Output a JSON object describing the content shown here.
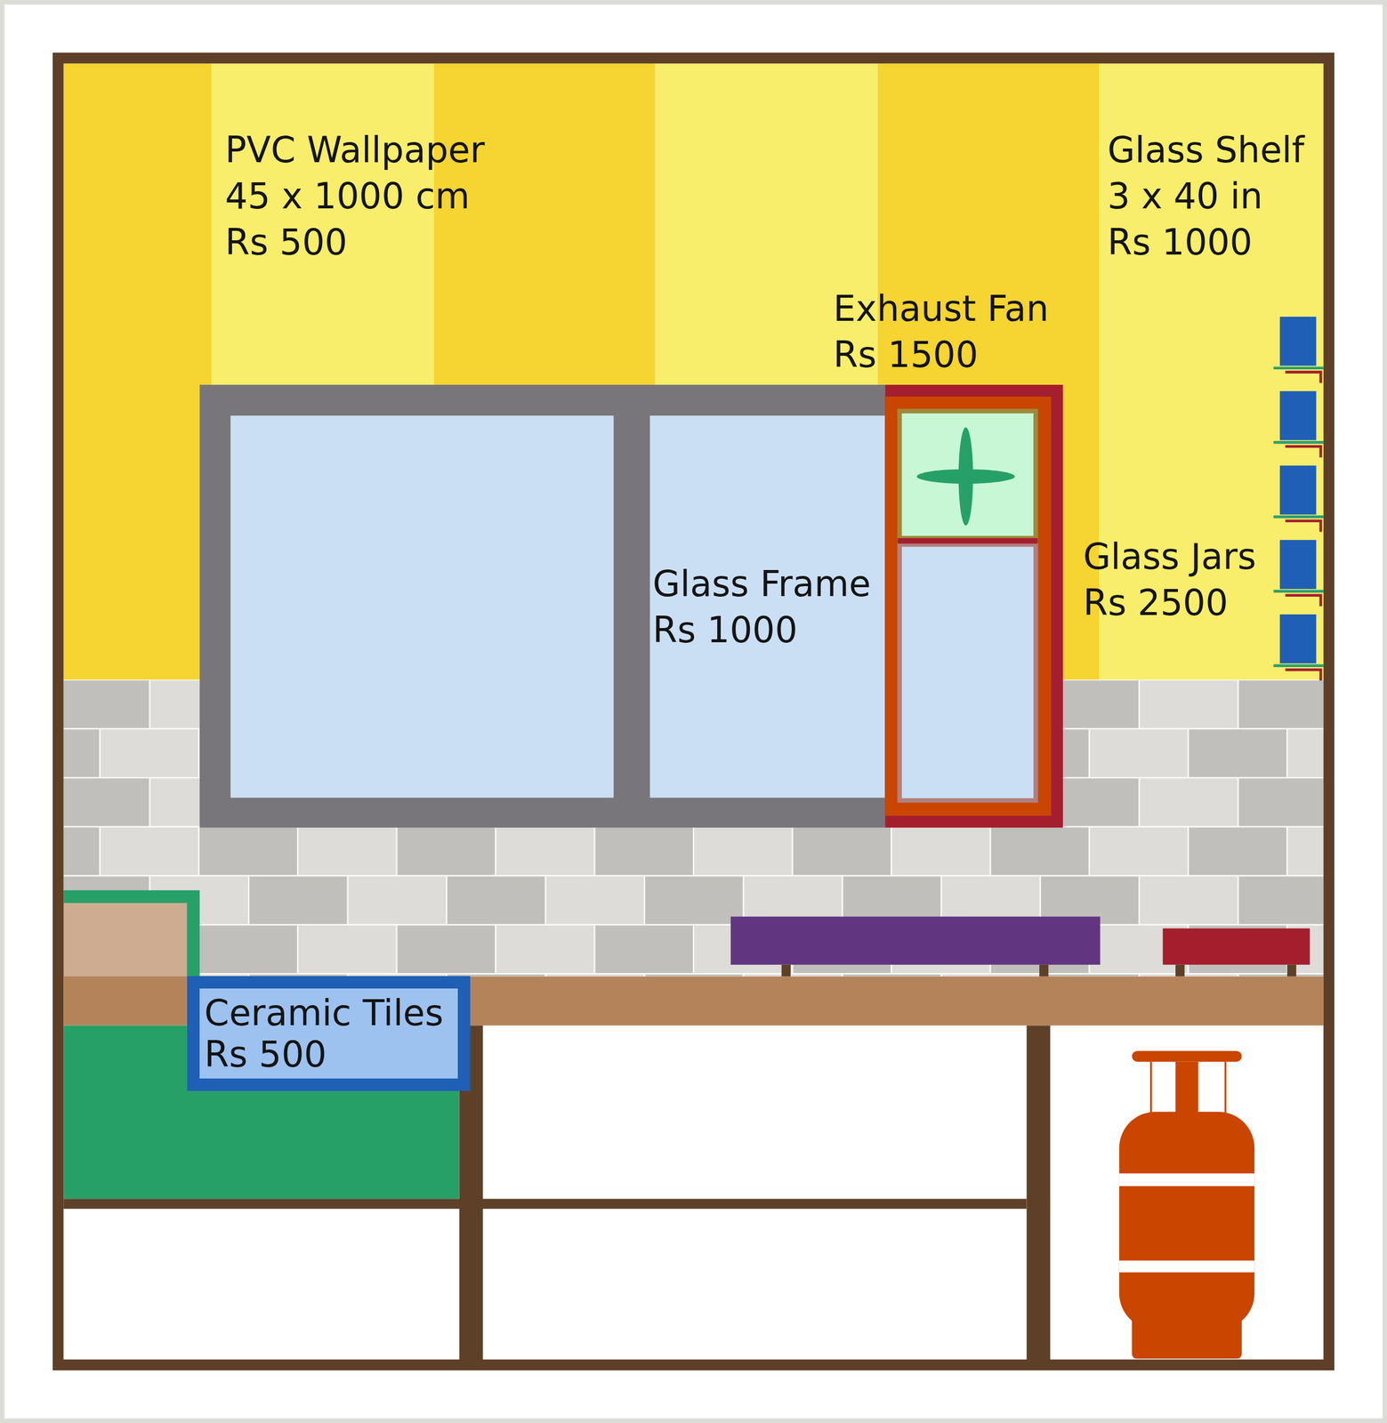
{
  "diagram": {
    "nodes": [
      {
        "text": [
          "Ceramic Tiles Rs 500"
        ]
      }
    ],
    "labels": [
      "PVC Wallpaper 45 x 1000 cm Rs 500",
      "Glass Shelf 3 x 40 in Rs 1000",
      "Exhaust Fan Rs 1500",
      "Glass Frame Rs 1000",
      "Glass Jars Rs 2500"
    ]
  }
}
